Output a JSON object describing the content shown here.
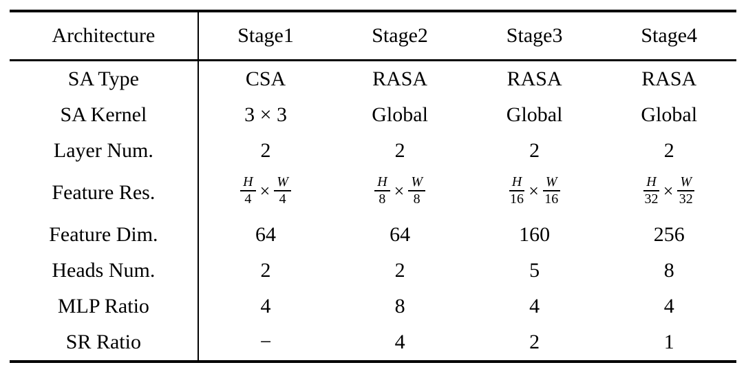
{
  "table": {
    "columns": [
      "Architecture",
      "Stage1",
      "Stage2",
      "Stage3",
      "Stage4"
    ],
    "rows": [
      {
        "label": "SA Type",
        "values": [
          "CSA",
          "RASA",
          "RASA",
          "RASA"
        ]
      },
      {
        "label": "SA Kernel",
        "values": [
          "3 × 3",
          "Global",
          "Global",
          "Global"
        ]
      },
      {
        "label": "Layer Num.",
        "values": [
          "2",
          "2",
          "2",
          "2"
        ]
      },
      {
        "label": "Feature Res.",
        "tall": true,
        "values": [
          {
            "num1": "H",
            "den1": "4",
            "op": "×",
            "num2": "W",
            "den2": "4"
          },
          {
            "num1": "H",
            "den1": "8",
            "op": "×",
            "num2": "W",
            "den2": "8"
          },
          {
            "num1": "H",
            "den1": "16",
            "op": "×",
            "num2": "W",
            "den2": "16"
          },
          {
            "num1": "H",
            "den1": "32",
            "op": "×",
            "num2": "W",
            "den2": "32"
          }
        ]
      },
      {
        "label": "Feature Dim.",
        "values": [
          "64",
          "64",
          "160",
          "256"
        ]
      },
      {
        "label": "Heads Num.",
        "values": [
          "2",
          "2",
          "5",
          "8"
        ]
      },
      {
        "label": "MLP Ratio",
        "values": [
          "4",
          "8",
          "4",
          "4"
        ]
      },
      {
        "label": "SR Ratio",
        "values": [
          "−",
          "4",
          "2",
          "1"
        ]
      }
    ],
    "text_color": "#000000",
    "background_color": "#ffffff"
  }
}
